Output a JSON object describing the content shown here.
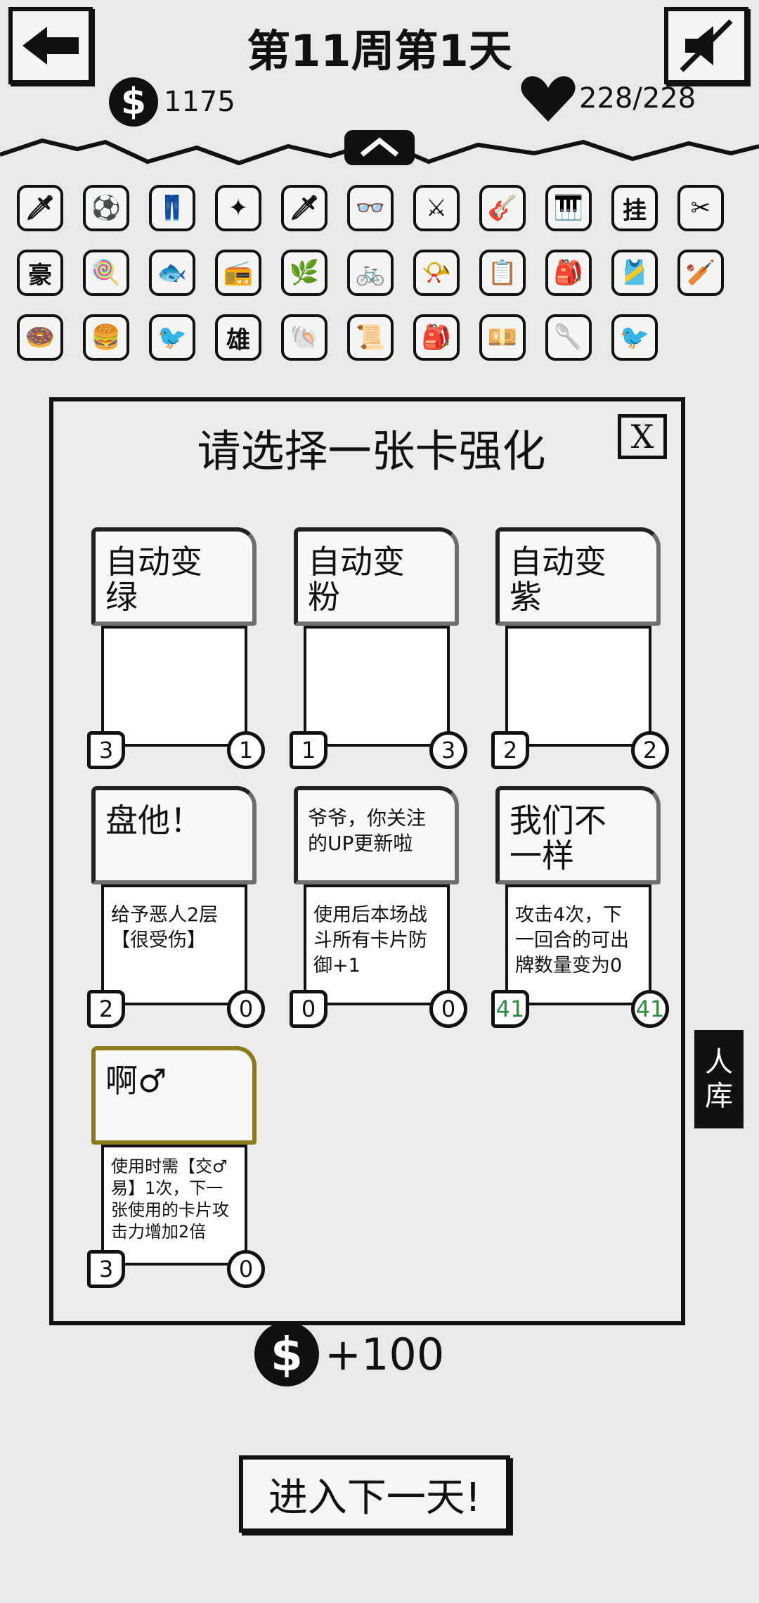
{
  "header": {
    "title": "第11周第1天",
    "back_icon": "arrow-left-icon",
    "mute_icon": "sound-off-icon",
    "money_symbol": "$",
    "money": "1175",
    "health": "228/228"
  },
  "relics": [
    "🗡",
    "⚽",
    "👖",
    "✦",
    "🗡",
    "👓",
    "⚔",
    "🎸",
    "🎹",
    "挂",
    "✂",
    "豪",
    "🍭",
    "🐟",
    "📻",
    "🌿",
    "🚲",
    "📯",
    "📋",
    "🎒",
    "🎽",
    "🏏",
    "🍩",
    "🍔",
    "🐦",
    "雄",
    "🐚",
    "📜",
    "🎒",
    "💴",
    "🥄",
    "🐦"
  ],
  "panel": {
    "title": "请选择一张卡强化",
    "close_label": "X"
  },
  "cards": [
    {
      "title": "自动变\n绿",
      "desc": "",
      "left": "3",
      "right": "1"
    },
    {
      "title": "自动变\n粉",
      "desc": "",
      "left": "1",
      "right": "3"
    },
    {
      "title": "自动变\n紫",
      "desc": "",
      "left": "2",
      "right": "2"
    },
    {
      "title": "盘他！",
      "desc": "给予恶人2层\n【很受伤】",
      "left": "2",
      "right": "0"
    },
    {
      "title": "爷爷，你关注\n的UP更新啦",
      "desc": "使用后本场战\n斗所有卡片防\n御+1",
      "left": "0",
      "right": "0"
    },
    {
      "title": "我们不\n一样",
      "desc": "攻击4次，下\n一回合的可出\n牌数量变为0",
      "left": "41",
      "right": "41"
    },
    {
      "title": "啊♂",
      "desc": "使用时需【交♂\n易】1次，下一\n张使用的卡片攻\n击力增加2倍",
      "left": "3",
      "right": "0"
    }
  ],
  "reward": {
    "symbol": "$",
    "amount": "+100"
  },
  "side_tab": "人\n库",
  "next_button": "进入下一天!"
}
